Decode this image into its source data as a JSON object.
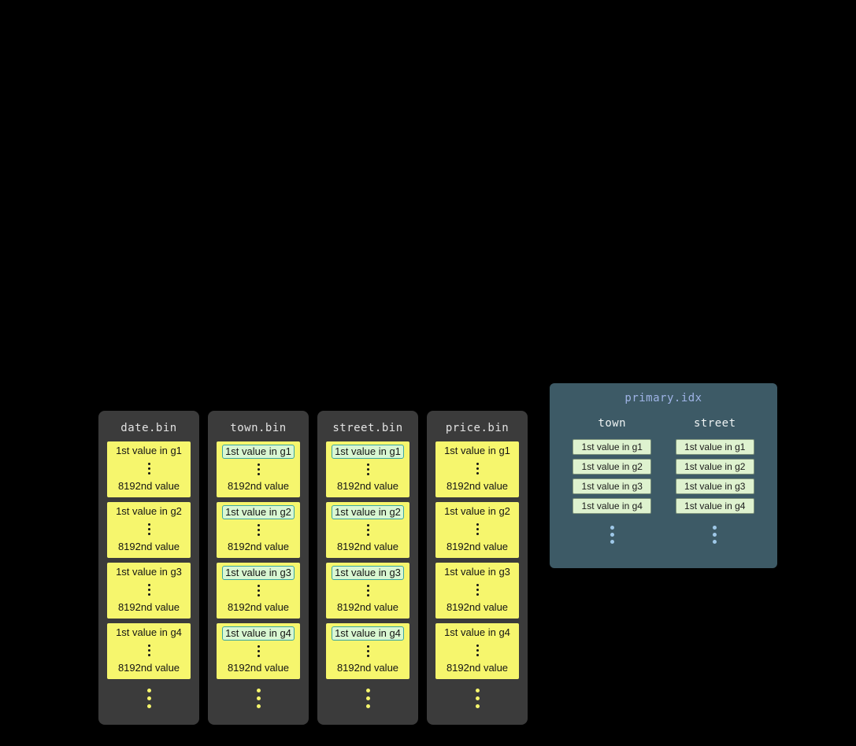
{
  "colors": {
    "background": "#000000",
    "bin_column_bg": "#3b3b3b",
    "granule_bg": "#f6f66d",
    "highlight_bg": "#d9f7d2",
    "highlight_border": "#39a6a0",
    "index_panel_bg": "#3d5a66",
    "index_title_color": "#9fb4e6",
    "index_entry_bg": "#def2cf",
    "index_dots_color": "#9fc8e8"
  },
  "bin_columns": [
    {
      "title": "date.bin",
      "groups": [
        {
          "first": "1st value in g1",
          "last": "8192nd value"
        },
        {
          "first": "1st value in g2",
          "last": "8192nd value"
        },
        {
          "first": "1st value in g3",
          "last": "8192nd value"
        },
        {
          "first": "1st value in g4",
          "last": "8192nd value"
        }
      ]
    },
    {
      "title": "town.bin",
      "groups": [
        {
          "first": "1st value in g1",
          "last": "8192nd value"
        },
        {
          "first": "1st value in g2",
          "last": "8192nd value"
        },
        {
          "first": "1st value in g3",
          "last": "8192nd value"
        },
        {
          "first": "1st value in g4",
          "last": "8192nd value"
        }
      ]
    },
    {
      "title": "street.bin",
      "groups": [
        {
          "first": "1st value in g1",
          "last": "8192nd value"
        },
        {
          "first": "1st value in g2",
          "last": "8192nd value"
        },
        {
          "first": "1st value in g3",
          "last": "8192nd value"
        },
        {
          "first": "1st value in g4",
          "last": "8192nd value"
        }
      ]
    },
    {
      "title": "price.bin",
      "groups": [
        {
          "first": "1st value in g1",
          "last": "8192nd value"
        },
        {
          "first": "1st value in g2",
          "last": "8192nd value"
        },
        {
          "first": "1st value in g3",
          "last": "8192nd value"
        },
        {
          "first": "1st value in g4",
          "last": "8192nd value"
        }
      ]
    }
  ],
  "index_panel": {
    "title": "primary.idx",
    "columns": [
      {
        "header": "town",
        "entries": [
          "1st value in g1",
          "1st value in g2",
          "1st value in g3",
          "1st value in g4"
        ]
      },
      {
        "header": "street",
        "entries": [
          "1st value in g1",
          "1st value in g2",
          "1st value in g3",
          "1st value in g4"
        ]
      }
    ]
  }
}
